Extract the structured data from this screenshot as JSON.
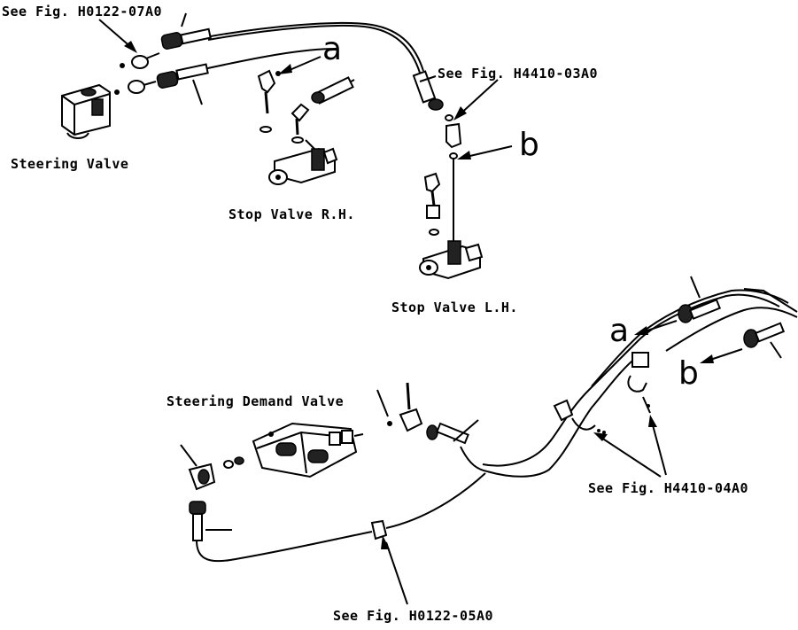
{
  "labels": {
    "see_fig_h0122_07a0": "See Fig. H0122-07A0",
    "see_fig_h4410_03a0": "See Fig. H4410-03A0",
    "see_fig_h4410_04a0": "See Fig. H4410-04A0",
    "see_fig_h0122_05a0": "See Fig. H0122-05A0",
    "steering_valve": "Steering Valve",
    "stop_valve_rh": "Stop Valve R.H.",
    "stop_valve_lh": "Stop Valve L.H.",
    "steering_demand_valve": "Steering Demand Valve"
  },
  "markers": {
    "a_top": "a",
    "b_top": "b",
    "a_bottom": "a",
    "b_bottom": "b"
  }
}
